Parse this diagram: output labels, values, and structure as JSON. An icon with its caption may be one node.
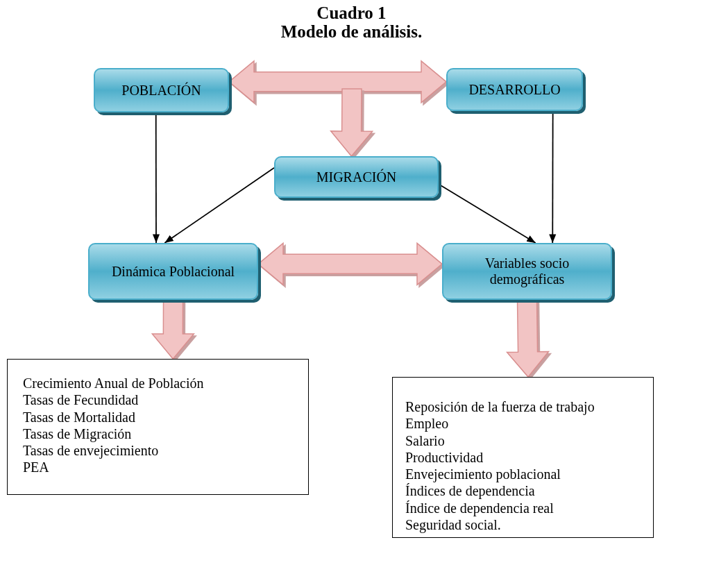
{
  "diagram": {
    "title": "Cuadro 1",
    "nodes": [
      {
        "text": [
          "POBLACIÓN"
        ]
      },
      {
        "text": [
          "DESARROLLO"
        ]
      },
      {
        "text": [
          "MIGRACIÓN"
        ]
      },
      {
        "text": [
          "Dinámica Poblacional"
        ]
      },
      {
        "text": [
          "Variables socio demográficas"
        ]
      },
      {
        "text": [
          "Crecimiento Anual de Población",
          "Tasas de Fecundidad",
          "Tasas de Mortalidad",
          "Tasas de Migración",
          "Tasas de envejecimiento",
          "PEA"
        ]
      },
      {
        "text": [
          "Reposición de la fuerza de trabajo",
          "Empleo",
          "Salario",
          "Productividad",
          "Envejecimiento poblacional",
          "Índices de dependencia",
          "Índice de dependencia real",
          "Seguridad social."
        ]
      }
    ],
    "edges": [
      {
        "from": 0,
        "to": 1,
        "arrow": "both",
        "style": "thick",
        "color": "#f2c4c4"
      },
      {
        "from": null,
        "to": 2,
        "arrow": "to",
        "style": "thick",
        "color": "#f2c4c4"
      },
      {
        "from": 0,
        "to": 3,
        "arrow": "to"
      },
      {
        "from": 2,
        "to": 3,
        "arrow": "to"
      },
      {
        "from": 2,
        "to": 4,
        "arrow": "to"
      },
      {
        "from": 1,
        "to": 4,
        "arrow": "to"
      },
      {
        "from": 3,
        "to": 4,
        "arrow": "both",
        "style": "thick",
        "color": "#f2c4c4"
      },
      {
        "from": 3,
        "to": 5,
        "arrow": "to",
        "style": "thick",
        "color": "#f2c4c4"
      },
      {
        "from": 4,
        "to": 6,
        "arrow": "to",
        "style": "thick",
        "color": "#f2c4c4"
      }
    ],
    "labels": [
      "Modelo de análisis."
    ]
  }
}
